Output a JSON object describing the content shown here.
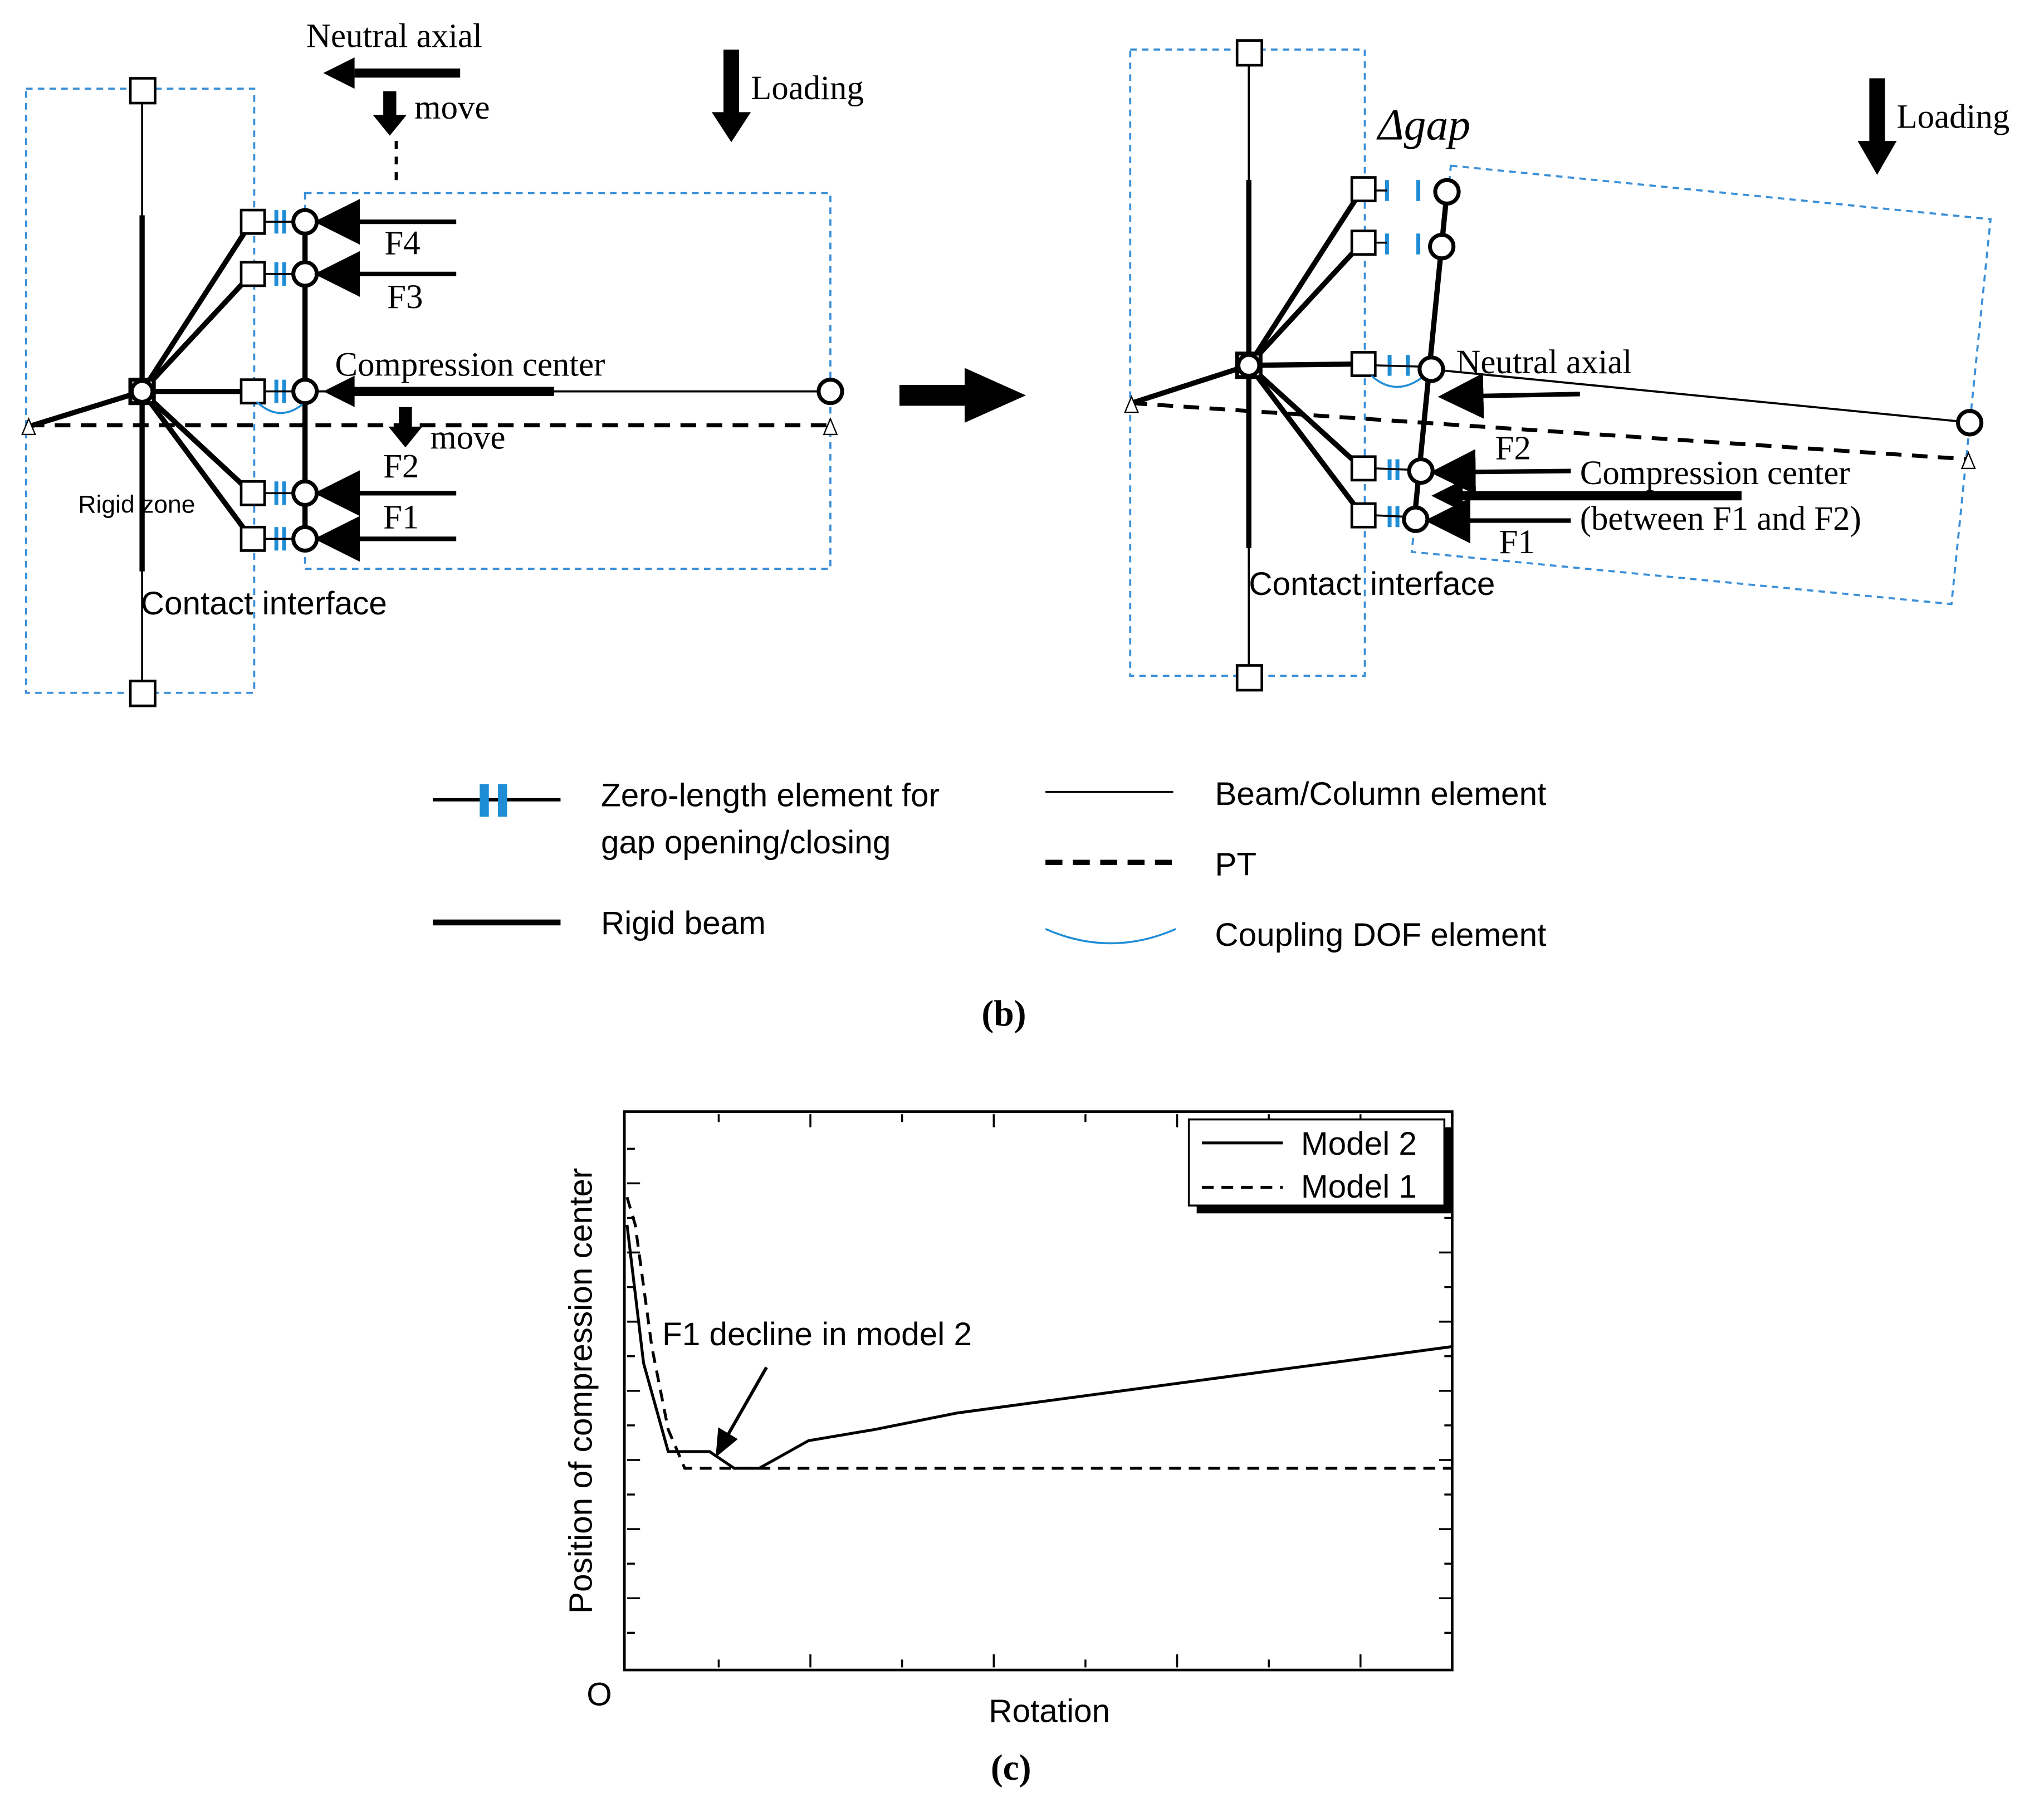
{
  "panel_b": {
    "caption": "(b)",
    "left": {
      "neutral_axial": "Neutral axial",
      "move_top": "move",
      "loading": "Loading",
      "f4": "F4",
      "f3": "F3",
      "compression_center": "Compression center",
      "move_mid": "move",
      "f2": "F2",
      "f1": "F1",
      "rigid_zone": "Rigid zone",
      "contact_interface": "Contact interface"
    },
    "right": {
      "delta_gap": "Δgap",
      "loading": "Loading",
      "neutral_axial": "Neutral axial",
      "f2": "F2",
      "compression_center": "Compression center",
      "between": "(between F1 and F2)",
      "f1": "F1",
      "contact_interface": "Contact interface"
    },
    "legend": {
      "zero_length_line1": "Zero-length element for",
      "zero_length_line2": "gap opening/closing",
      "rigid_beam": "Rigid beam",
      "beam_column": "Beam/Column element",
      "pt": "PT",
      "coupling": "Coupling DOF element"
    },
    "colors": {
      "accent_blue": "#1f8dd6",
      "dashed_box": "#3a8fd8",
      "ink": "#000000"
    }
  },
  "panel_c": {
    "caption": "(c)",
    "annotation": "F1 decline in model 2",
    "origin_label": "O"
  },
  "chart_data": {
    "type": "line",
    "xlabel": "Rotation",
    "ylabel": "Position of compression center",
    "x_tick_labels": [],
    "y_tick_labels": [],
    "grid": false,
    "legend_position": "top-right",
    "series": [
      {
        "name": "Model 2",
        "style": "solid",
        "x": [
          0,
          0.02,
          0.05,
          0.065,
          0.1,
          0.13,
          0.16,
          0.22,
          0.3,
          0.4,
          0.5,
          0.6,
          0.7,
          0.8,
          0.9,
          1.0
        ],
        "y": [
          0.8,
          0.55,
          0.39,
          0.39,
          0.39,
          0.36,
          0.36,
          0.41,
          0.43,
          0.46,
          0.48,
          0.5,
          0.52,
          0.54,
          0.56,
          0.58
        ]
      },
      {
        "name": "Model 1",
        "style": "dashed",
        "x": [
          0,
          0.01,
          0.03,
          0.05,
          0.07,
          1.0
        ],
        "y": [
          0.85,
          0.8,
          0.58,
          0.43,
          0.36,
          0.36
        ]
      }
    ]
  }
}
